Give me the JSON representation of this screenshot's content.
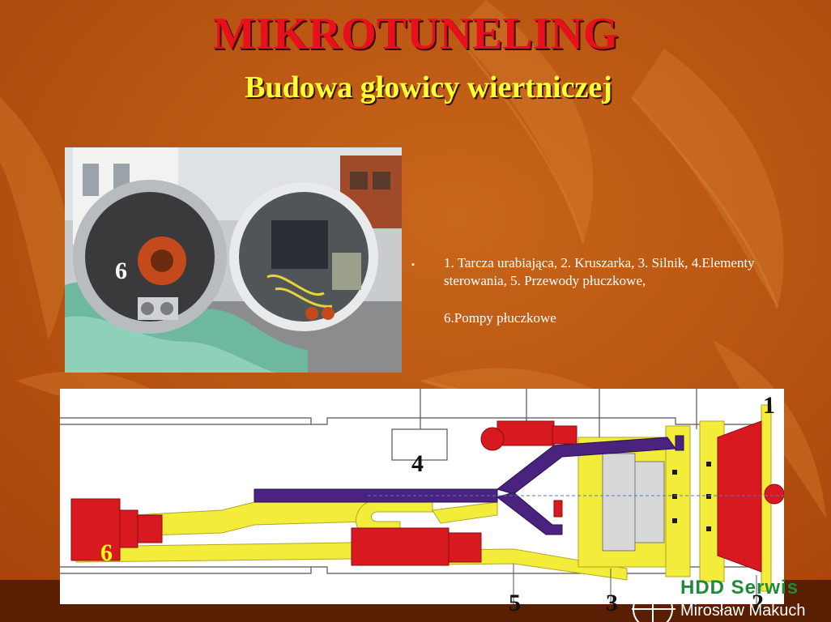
{
  "slide": {
    "title": "MIKROTUNELING",
    "subtitle": "Budowa głowicy wiertniczej"
  },
  "photo": {
    "label": "6"
  },
  "bullets": {
    "mark": "▪",
    "line1": "1. Tarcza urabiająca, 2. Kruszarka, 3. Silnik, 4.Elementy sterowania,  5. Przewody płuczkowe,",
    "line2": "6.Pompy płuczkowe"
  },
  "diagram": {
    "callouts": {
      "c1": "1",
      "c2": "2",
      "c3": "3",
      "c4": "4",
      "c5": "5",
      "c6": "6"
    }
  },
  "logo": {
    "brand": "HDD Serwis",
    "name": "Mirosław Makuch"
  },
  "colors": {
    "background": "#b4500c",
    "title": "#e8101a",
    "subtitle": "#ffff33",
    "diagram_red": "#d81a20",
    "diagram_yellow": "#f4ec3a",
    "diagram_purple": "#4a237e"
  }
}
